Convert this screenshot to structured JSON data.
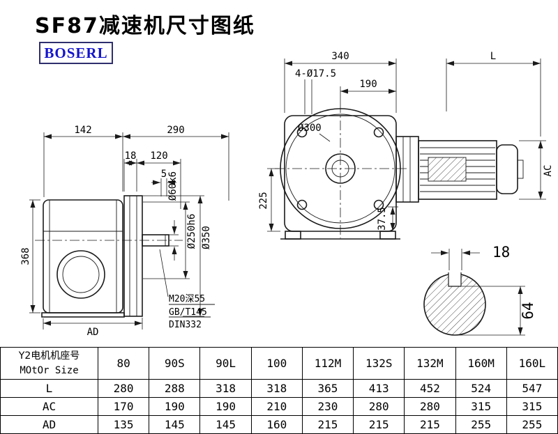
{
  "page": {
    "title": "SF87减速机尺寸图纸",
    "logo_text": "BOSERL"
  },
  "side_view": {
    "dim_142": "142",
    "dim_290": "290",
    "dim_18": "18",
    "dim_120": "120",
    "dim_5": "5",
    "dim_368": "368",
    "dim_ad": "AD",
    "dia_shaft": "Ø60k6",
    "dia_spigot": "Ø250h6",
    "dia_flange": "Ø350",
    "note_tap": "M20深55",
    "note_std1": "GB/T145",
    "note_std2": "DIN332"
  },
  "front_view": {
    "dim_340": "340",
    "dim_l": "L",
    "holes_note": "4-Ø17.5",
    "dim_190": "190",
    "dia_flange": "Ø300",
    "dim_225": "225",
    "dim_37_5": "37.5",
    "dim_ac": "AC"
  },
  "shaft_section": {
    "dim_18": "18",
    "dim_64": "64"
  },
  "table": {
    "header_line1": "Y2电机机座号",
    "header_line2": "MOtOr Size",
    "sizes": [
      "80",
      "90S",
      "90L",
      "100",
      "112M",
      "132S",
      "132M",
      "160M",
      "160L"
    ],
    "rows": [
      {
        "label": "L",
        "values": [
          "280",
          "288",
          "318",
          "318",
          "365",
          "413",
          "452",
          "524",
          "547"
        ]
      },
      {
        "label": "AC",
        "values": [
          "170",
          "190",
          "190",
          "210",
          "230",
          "280",
          "280",
          "315",
          "315"
        ]
      },
      {
        "label": "AD",
        "values": [
          "135",
          "145",
          "145",
          "160",
          "215",
          "215",
          "215",
          "255",
          "255"
        ]
      }
    ]
  }
}
